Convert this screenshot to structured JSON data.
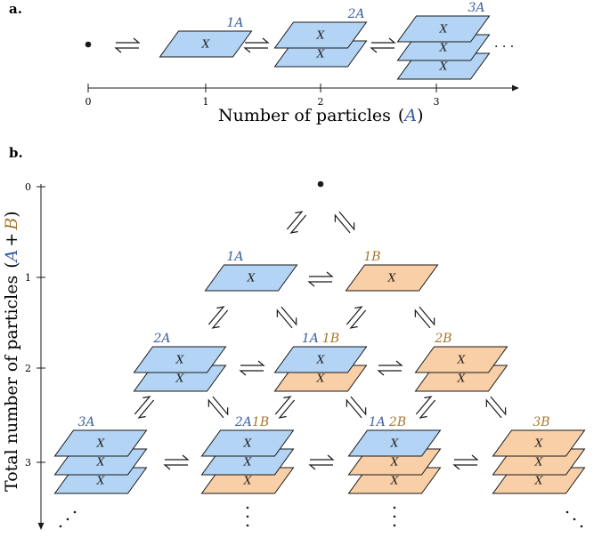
{
  "panel_a": {
    "label": "a.",
    "axis_title": "Number of particles",
    "axis_species": "A",
    "ticks": [
      "0",
      "1",
      "2",
      "3"
    ],
    "states": [
      {
        "label": "1A",
        "layers": [
          "A"
        ]
      },
      {
        "label": "2A",
        "layers": [
          "A",
          "A"
        ]
      },
      {
        "label": "3A",
        "layers": [
          "A",
          "A",
          "A"
        ]
      }
    ],
    "continuation": "· · ·"
  },
  "panel_b": {
    "label": "b.",
    "axis_title": "Total number of particles",
    "axis_sum": [
      "A",
      "+",
      "B"
    ],
    "ticks": [
      "0",
      "1",
      "2",
      "3"
    ],
    "row1": [
      {
        "label": "1A",
        "layers": [
          "A"
        ]
      },
      {
        "label": "1B",
        "layers": [
          "B"
        ]
      }
    ],
    "row2": [
      {
        "label": "2A",
        "layers": [
          "A",
          "A"
        ]
      },
      {
        "label": "1A 1B",
        "layers": [
          "A",
          "B"
        ]
      },
      {
        "label": "2B",
        "layers": [
          "B",
          "B"
        ]
      }
    ],
    "row3": [
      {
        "label": "3A",
        "layers": [
          "A",
          "A",
          "A"
        ]
      },
      {
        "label": "2A1B",
        "layers": [
          "A",
          "A",
          "B"
        ]
      },
      {
        "label": "1A 2B",
        "layers": [
          "A",
          "B",
          "B"
        ]
      },
      {
        "label": "3B",
        "layers": [
          "B",
          "B",
          "B"
        ]
      }
    ]
  },
  "lattice_symbol": "X",
  "equilibrium_symbol": "⇌",
  "colors": {
    "species_A_fill": "#b3d4f5",
    "species_B_fill": "#f8cfa6",
    "species_A_text": "#3a5fa0",
    "species_B_text": "#a5762e",
    "ink": "#1a1a1a"
  }
}
